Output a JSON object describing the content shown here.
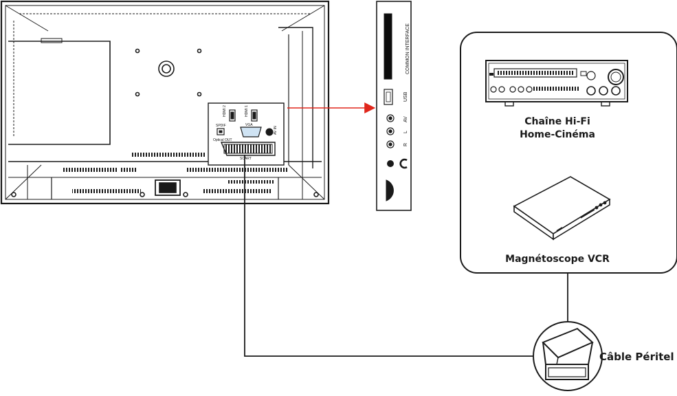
{
  "tv_panel": {
    "spdif": "SPDIF",
    "optical_out": "Optical OUT",
    "vga": "VGA",
    "hdmi2": "HDMI 2",
    "hdmi1": "HDMI 1",
    "av_in": "AV IN",
    "scart": "SCART"
  },
  "side_panel": {
    "common_interface": "COMMON INTERFACE",
    "usb": "USB",
    "av": "AV",
    "l": "L",
    "r": "R"
  },
  "devices": {
    "hifi_line1": "Chaîne Hi-Fi",
    "hifi_line2": "Home-Cinéma",
    "vcr": "Magnétoscope VCR"
  },
  "cable": {
    "label": "Câble Péritel"
  },
  "colors": {
    "arrow": "#e0261b",
    "stroke": "#1a1a1a"
  }
}
